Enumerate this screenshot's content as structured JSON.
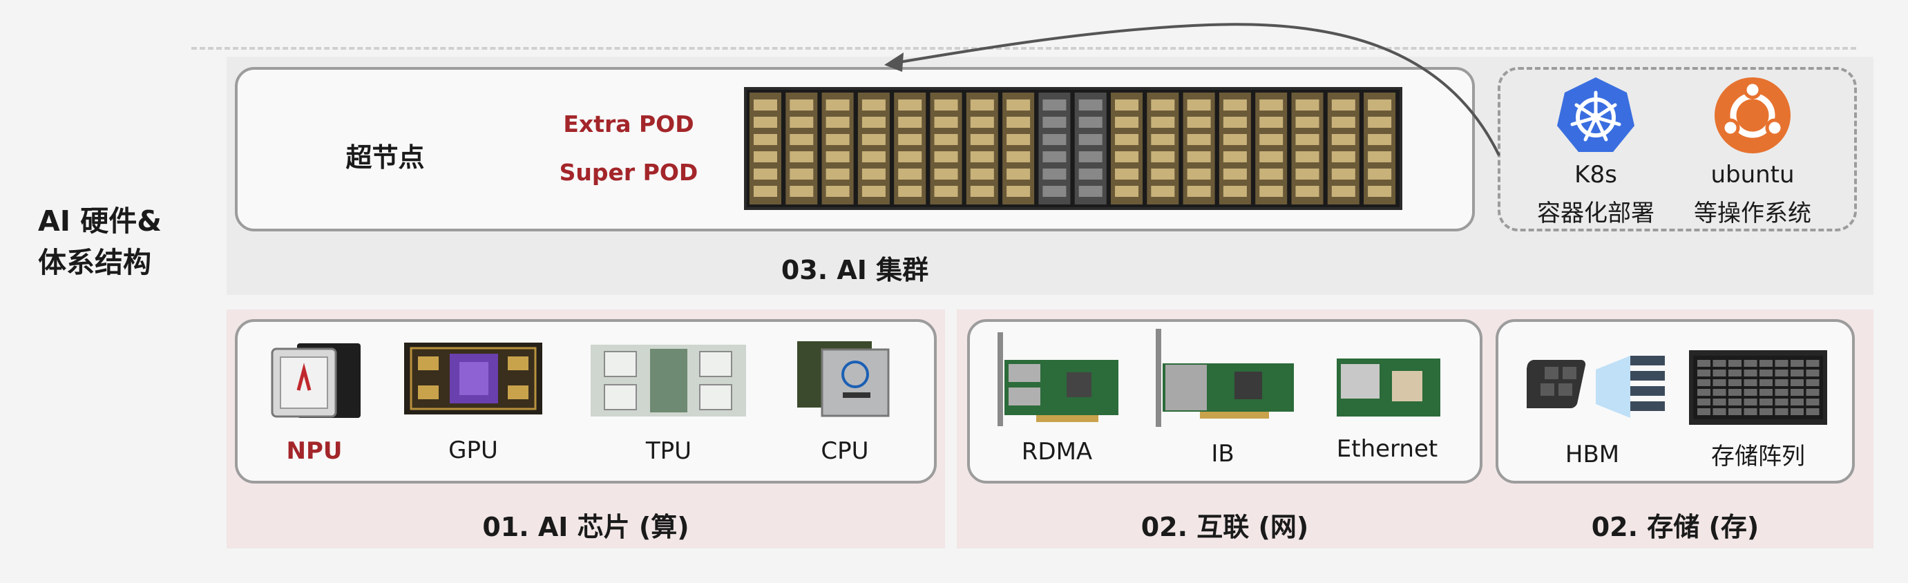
{
  "main_title_line1": "AI 硬件&",
  "main_title_line2": "体系结构",
  "cluster": {
    "section_title": "03. AI 集群",
    "supernode_label": "超节点",
    "extra_pod": "Extra POD",
    "super_pod": "Super POD",
    "k8s_line1": "K8s",
    "k8s_line2": "容器化部署",
    "ubuntu_line1": "ubuntu",
    "ubuntu_line2": "等操作系统"
  },
  "chips": {
    "section_title": "01. AI 芯片 (算)",
    "items": [
      "NPU",
      "GPU",
      "TPU",
      "CPU"
    ]
  },
  "interconnect": {
    "section_title": "02. 互联 (网)",
    "items": [
      "RDMA",
      "IB",
      "Ethernet"
    ]
  },
  "storage": {
    "section_title": "02. 存储 (存)",
    "items": [
      "HBM",
      "存储阵列"
    ]
  },
  "colors": {
    "accent_red": "#a3262a",
    "k8s_blue": "#3a6ee0",
    "ubuntu_orange": "#e6722f"
  },
  "icons": [
    "kubernetes-icon",
    "ubuntu-icon",
    "npu-chip-icon",
    "gpu-board-icon",
    "tpu-board-icon",
    "cpu-chip-icon",
    "rdma-card-icon",
    "ib-card-icon",
    "ethernet-card-icon",
    "hbm-stack-icon",
    "storage-array-icon",
    "superpod-rack-icon"
  ]
}
